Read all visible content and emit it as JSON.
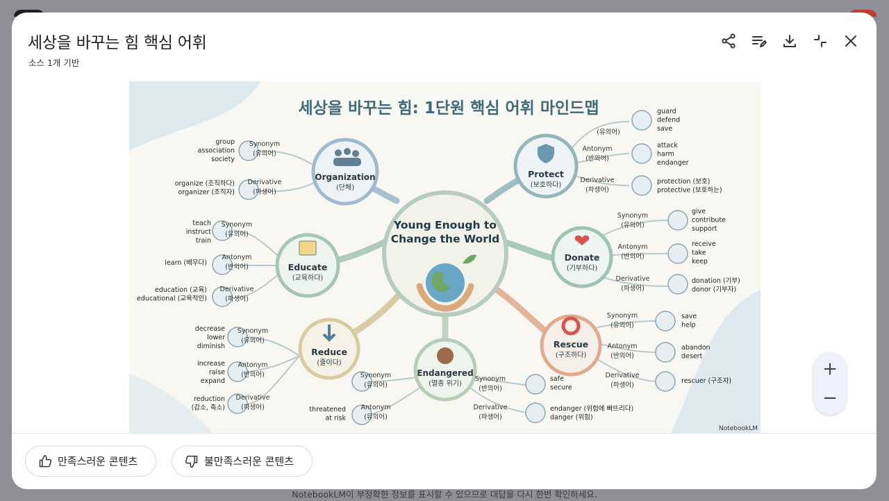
{
  "background": {
    "disclaimer": "NotebookLM이 부정확한 정보를 표시할 수 있으므로 대답을 다시 한번 확인하세요."
  },
  "dialog": {
    "title": "세상을 바꾸는 힘 핵심 어휘",
    "subtitle": "소스 1개 기반",
    "toolbar_icons": [
      "share-icon",
      "edit-list-icon",
      "download-icon",
      "collapse-icon",
      "close-icon"
    ]
  },
  "mindmap": {
    "heading": "세상을 바꾸는 힘: 1단원 핵심 어휘 마인드맵",
    "center": {
      "line1": "Young Enough to",
      "line2": "Change the World"
    },
    "watermark": "NotebookLM",
    "nodes": {
      "organization": {
        "en": "Organization",
        "ko": "(단체)"
      },
      "educate": {
        "en": "Educate",
        "ko": "(교육하다)"
      },
      "reduce": {
        "en": "Reduce",
        "ko": "(줄이다)"
      },
      "endangered": {
        "en": "Endangered",
        "ko": "(멸종 위기)"
      },
      "protect": {
        "en": "Protect",
        "ko": "(보호하다)"
      },
      "donate": {
        "en": "Donate",
        "ko": "(기부하다)"
      },
      "rescue": {
        "en": "Rescue",
        "ko": "(구조하다)"
      }
    },
    "leaves": {
      "org_syn": {
        "label": "Synonym",
        "sub": "(유의어)",
        "words": [
          "group",
          "association",
          "society"
        ]
      },
      "org_der": {
        "label": "Derivative",
        "sub": "(파생어)",
        "words": [
          "organize (조직하다)",
          "organizer (조직자)"
        ]
      },
      "edu_syn": {
        "label": "Synonym",
        "sub": "(유의어)",
        "words": [
          "teach",
          "instruct",
          "train"
        ]
      },
      "edu_ant": {
        "label": "Antonym",
        "sub": "(반의어)",
        "words": [
          "learn (배우다)"
        ]
      },
      "edu_der": {
        "label": "Derivative",
        "sub": "(파생어)",
        "words": [
          "education (교육)",
          "educational (교육적인)"
        ]
      },
      "red_syn": {
        "label": "Synonym",
        "sub": "(유의어)",
        "words": [
          "decrease",
          "lower",
          "diminish"
        ]
      },
      "red_ant": {
        "label": "Antonym",
        "sub": "(반의어)",
        "words": [
          "increase",
          "raise",
          "expand"
        ]
      },
      "red_der": {
        "label": "Derivative",
        "sub": "(파생어)",
        "words": [
          "reduction",
          "(감소, 축소)"
        ]
      },
      "end_syn": {
        "label": "Synonym",
        "sub": "(유의어)",
        "words": []
      },
      "end_ant": {
        "label": "Antonym",
        "sub": "(유의어)",
        "words": [
          "threatened",
          "at risk"
        ]
      },
      "end_syn2": {
        "label": "Synonym",
        "sub": "(반의어)",
        "words": [
          "safe",
          "secure"
        ]
      },
      "end_der": {
        "label": "Derivative",
        "sub": "(파생어)",
        "words": [
          "endanger (위험에 빠뜨리다)",
          "danger (위험)"
        ]
      },
      "pro_syn": {
        "label": "",
        "sub": "(유의어)",
        "words": [
          "guard",
          "defend",
          "save"
        ]
      },
      "pro_ant": {
        "label": "Antonym",
        "sub": "(반의어)",
        "words": [
          "attack",
          "harm",
          "endanger"
        ]
      },
      "pro_der": {
        "label": "Derivative",
        "sub": "(파생어)",
        "words": [
          "protection (보호)",
          "protective (보호하는)"
        ]
      },
      "don_syn": {
        "label": "Synonym",
        "sub": "(유의어)",
        "words": [
          "give",
          "contribute",
          "support"
        ]
      },
      "don_ant": {
        "label": "Antonym",
        "sub": "(반의어)",
        "words": [
          "receive",
          "take",
          "keep"
        ]
      },
      "don_der": {
        "label": "Derivative",
        "sub": "(파생어)",
        "words": [
          "donation (기부)",
          "donor (기부자)"
        ]
      },
      "res_syn": {
        "label": "Synonym",
        "sub": "(유의어)",
        "words": [
          "save",
          "help"
        ]
      },
      "res_ant": {
        "label": "Antonym",
        "sub": "(반의어)",
        "words": [
          "abandon",
          "desert"
        ]
      },
      "res_der": {
        "label": "Derivative",
        "sub": "(파생어)",
        "words": [
          "rescuer (구조자)"
        ]
      }
    }
  },
  "zoom": {
    "in": "+",
    "out": "−"
  },
  "feedback": {
    "like": "만족스러운 콘텐츠",
    "dislike": "불만족스러운 콘텐츠"
  }
}
